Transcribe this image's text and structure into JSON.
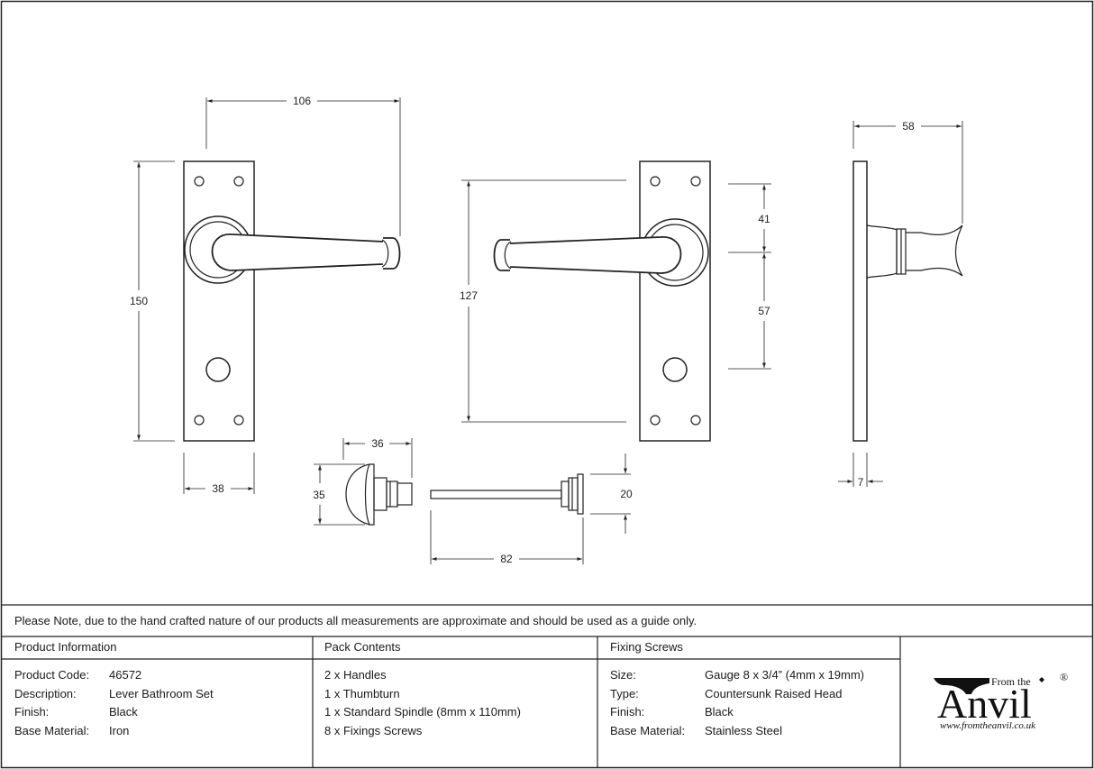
{
  "dimensions": {
    "handle_reach": "106",
    "plate_height": "150",
    "plate_width": "38",
    "lever_height_front": "127",
    "top_to_lever_centre": "41",
    "lever_to_keyhole": "57",
    "projection": "58",
    "plate_thickness": "7",
    "thumbturn_length": "36",
    "thumbturn_diameter": "35",
    "spindle_length": "82",
    "spindle_collar": "20"
  },
  "note": "Please Note, due to the hand crafted nature of our products all measurements are approximate and should be used as a guide only.",
  "product_info": {
    "header": "Product Information",
    "rows": [
      {
        "label": "Product Code:",
        "value": "46572"
      },
      {
        "label": "Description:",
        "value": "Lever Bathroom Set"
      },
      {
        "label": "Finish:",
        "value": "Black"
      },
      {
        "label": "Base Material:",
        "value": "Iron"
      }
    ]
  },
  "pack_contents": {
    "header": "Pack Contents",
    "items": [
      "2 x Handles",
      "1 x Thumbturn",
      "1 x Standard Spindle (8mm x 110mm)",
      "8 x Fixings Screws"
    ]
  },
  "fixing_screws": {
    "header": "Fixing Screws",
    "rows": [
      {
        "label": "Size:",
        "value": "Gauge 8 x 3/4” (4mm x 19mm)"
      },
      {
        "label": "Type:",
        "value": "Countersunk Raised Head"
      },
      {
        "label": "Finish:",
        "value": "Black"
      },
      {
        "label": "Base Material:",
        "value": "Stainless Steel"
      }
    ]
  },
  "logo": {
    "top": "From the",
    "word": "Anvil",
    "registered": "®",
    "url": "www.fromtheanvil.co.uk"
  }
}
